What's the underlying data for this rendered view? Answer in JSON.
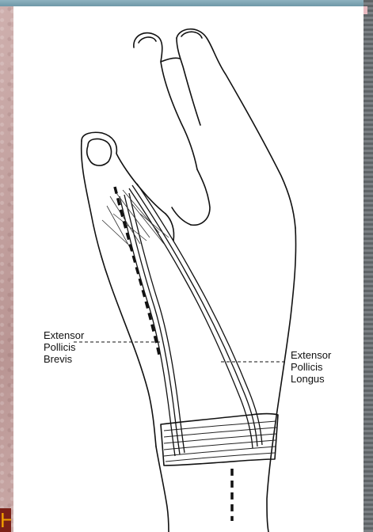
{
  "figure": {
    "labels": {
      "epb": [
        "Extensor",
        "Pollicis",
        "Brevis"
      ],
      "epl": [
        "Extensor",
        "Pollicis",
        "Longus"
      ]
    }
  },
  "frame": {
    "accent_letter": "H",
    "colors": {
      "accent_bg": "#7a2017",
      "accent_text": "#f0a000",
      "backdrop": "#c9a9a8",
      "top_strip": "#7fa6b5"
    }
  }
}
